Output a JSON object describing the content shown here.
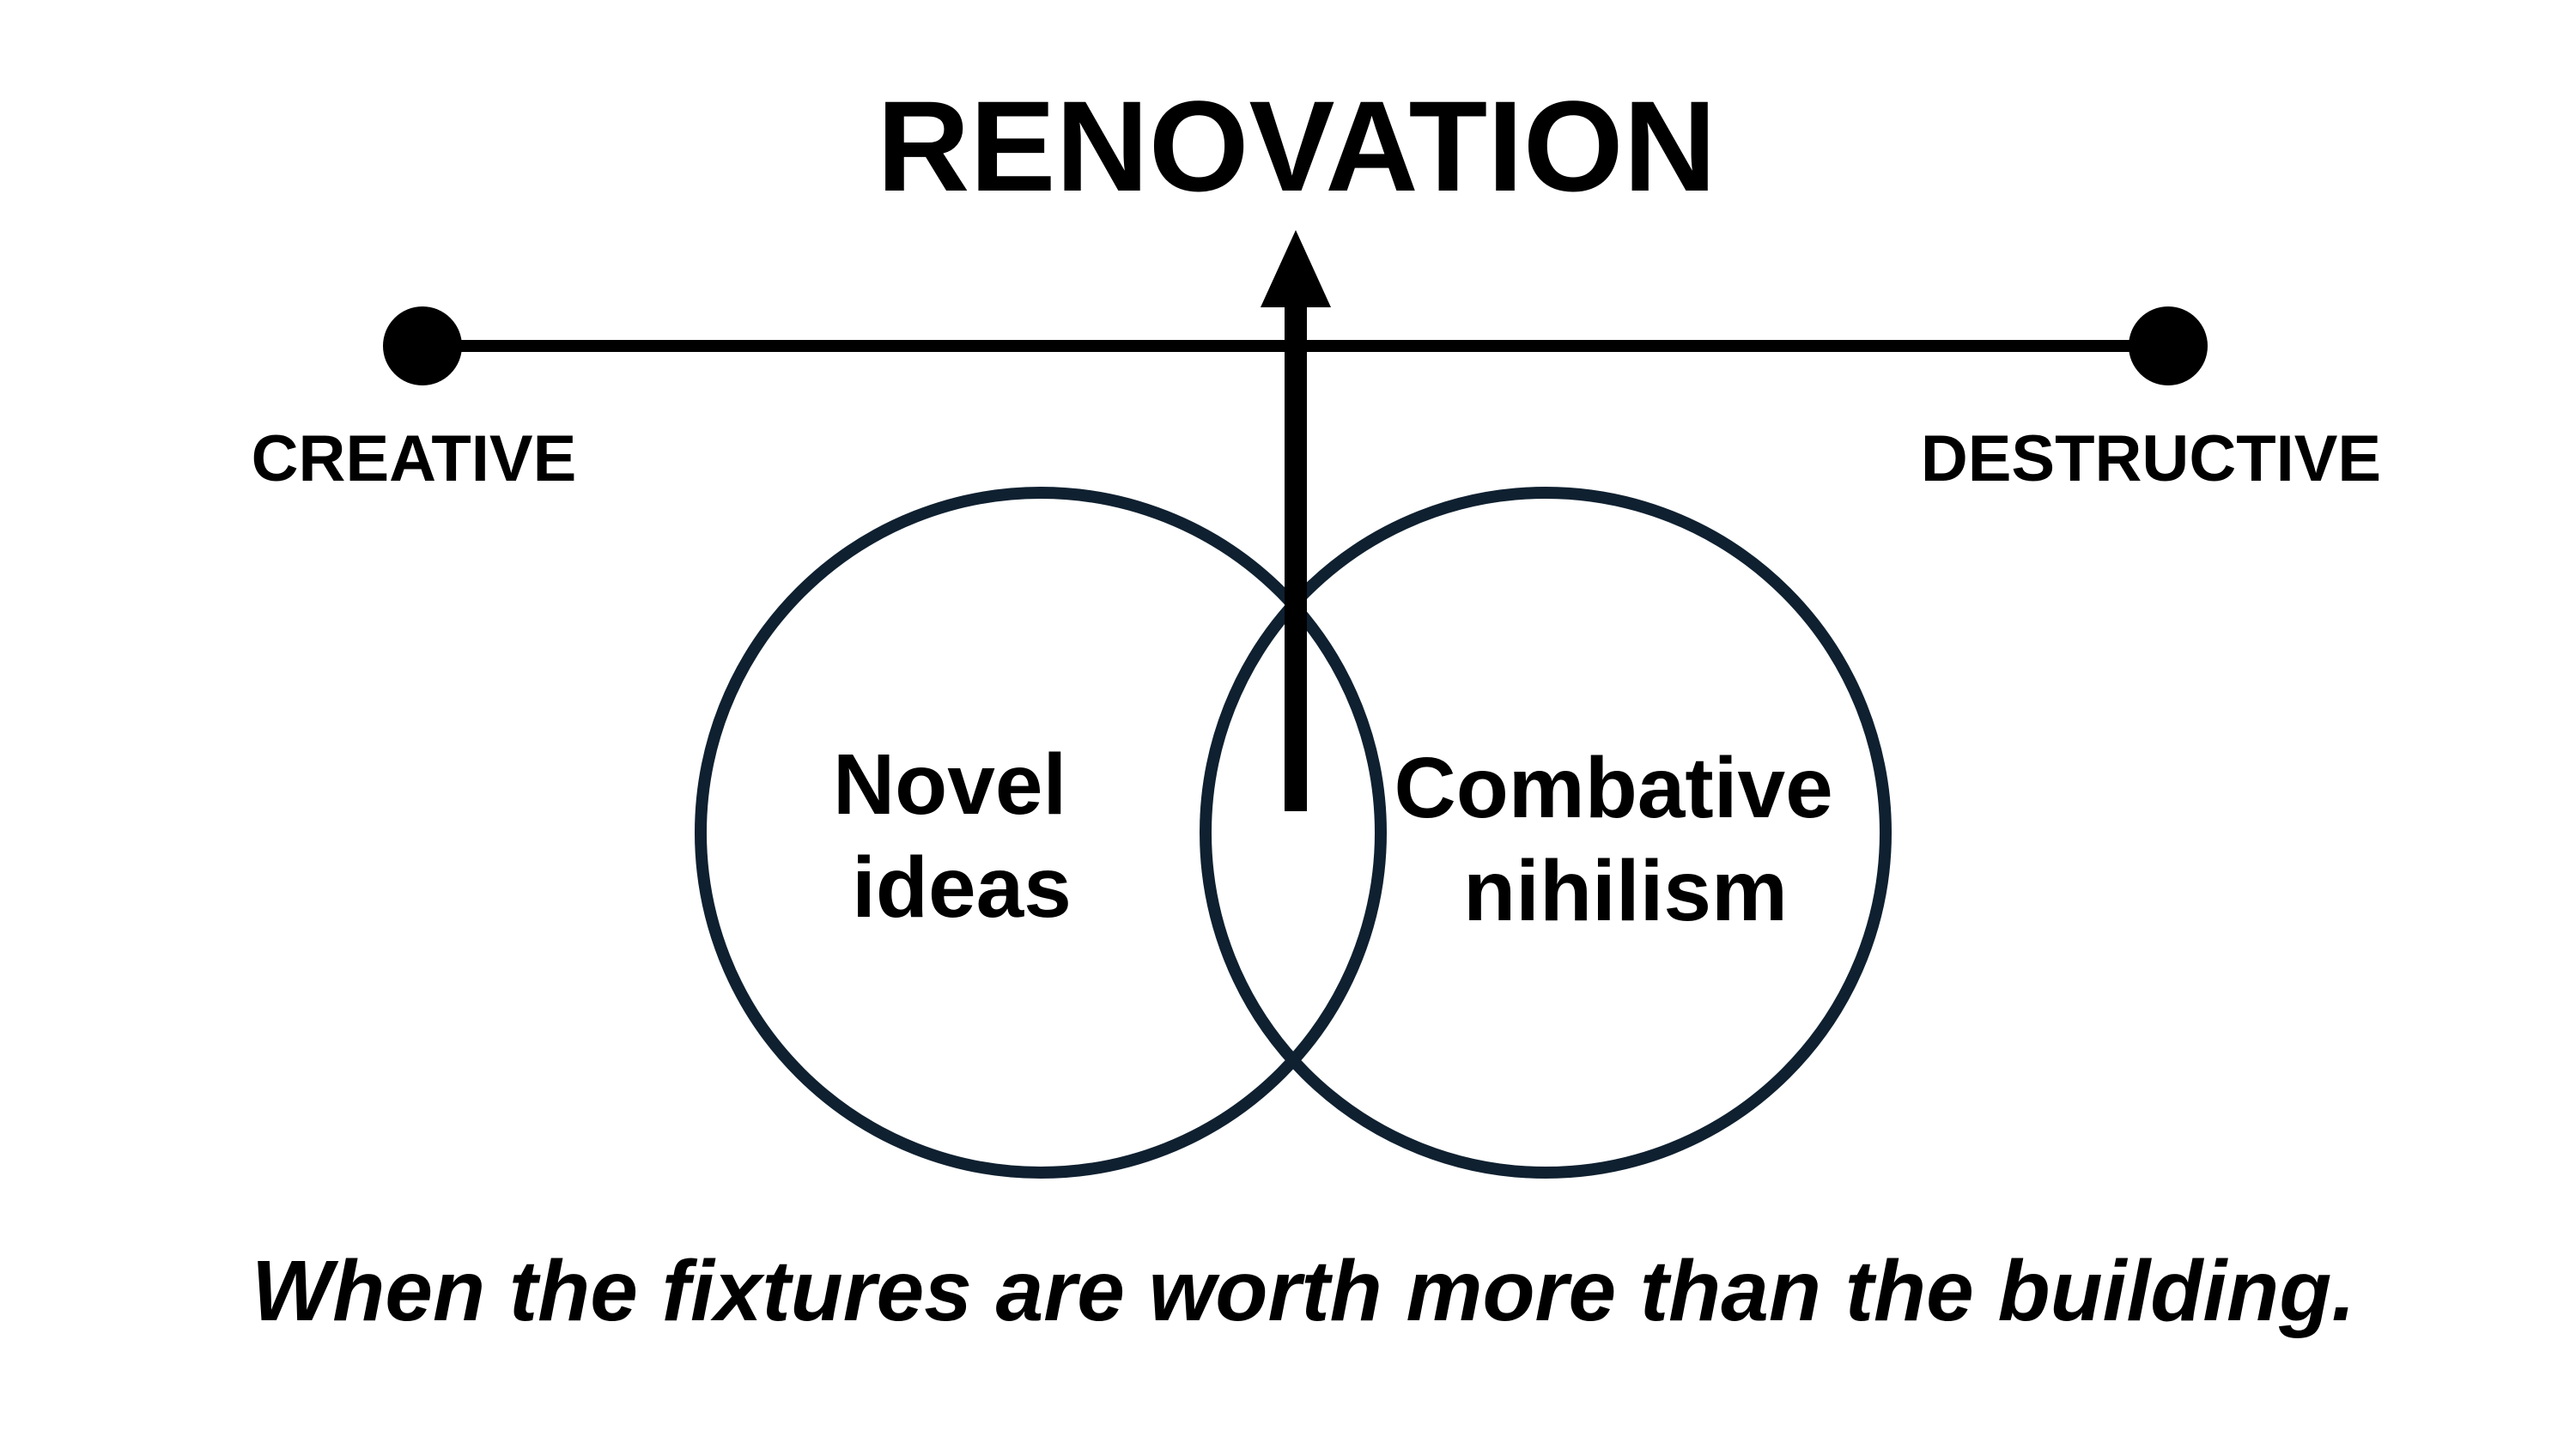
{
  "title": "RENOVATION",
  "scale": {
    "left_label": "CREATIVE",
    "right_label": "DESTRUCTIVE"
  },
  "venn": {
    "left_circle_lines": [
      "Novel",
      "ideas"
    ],
    "right_circle_lines": [
      "Combative",
      "nihilism"
    ]
  },
  "caption": "When the fixtures are worth more than the building.",
  "colors": {
    "ink": "#000000",
    "circle_stroke": "#0f2030",
    "background": "#ffffff"
  }
}
